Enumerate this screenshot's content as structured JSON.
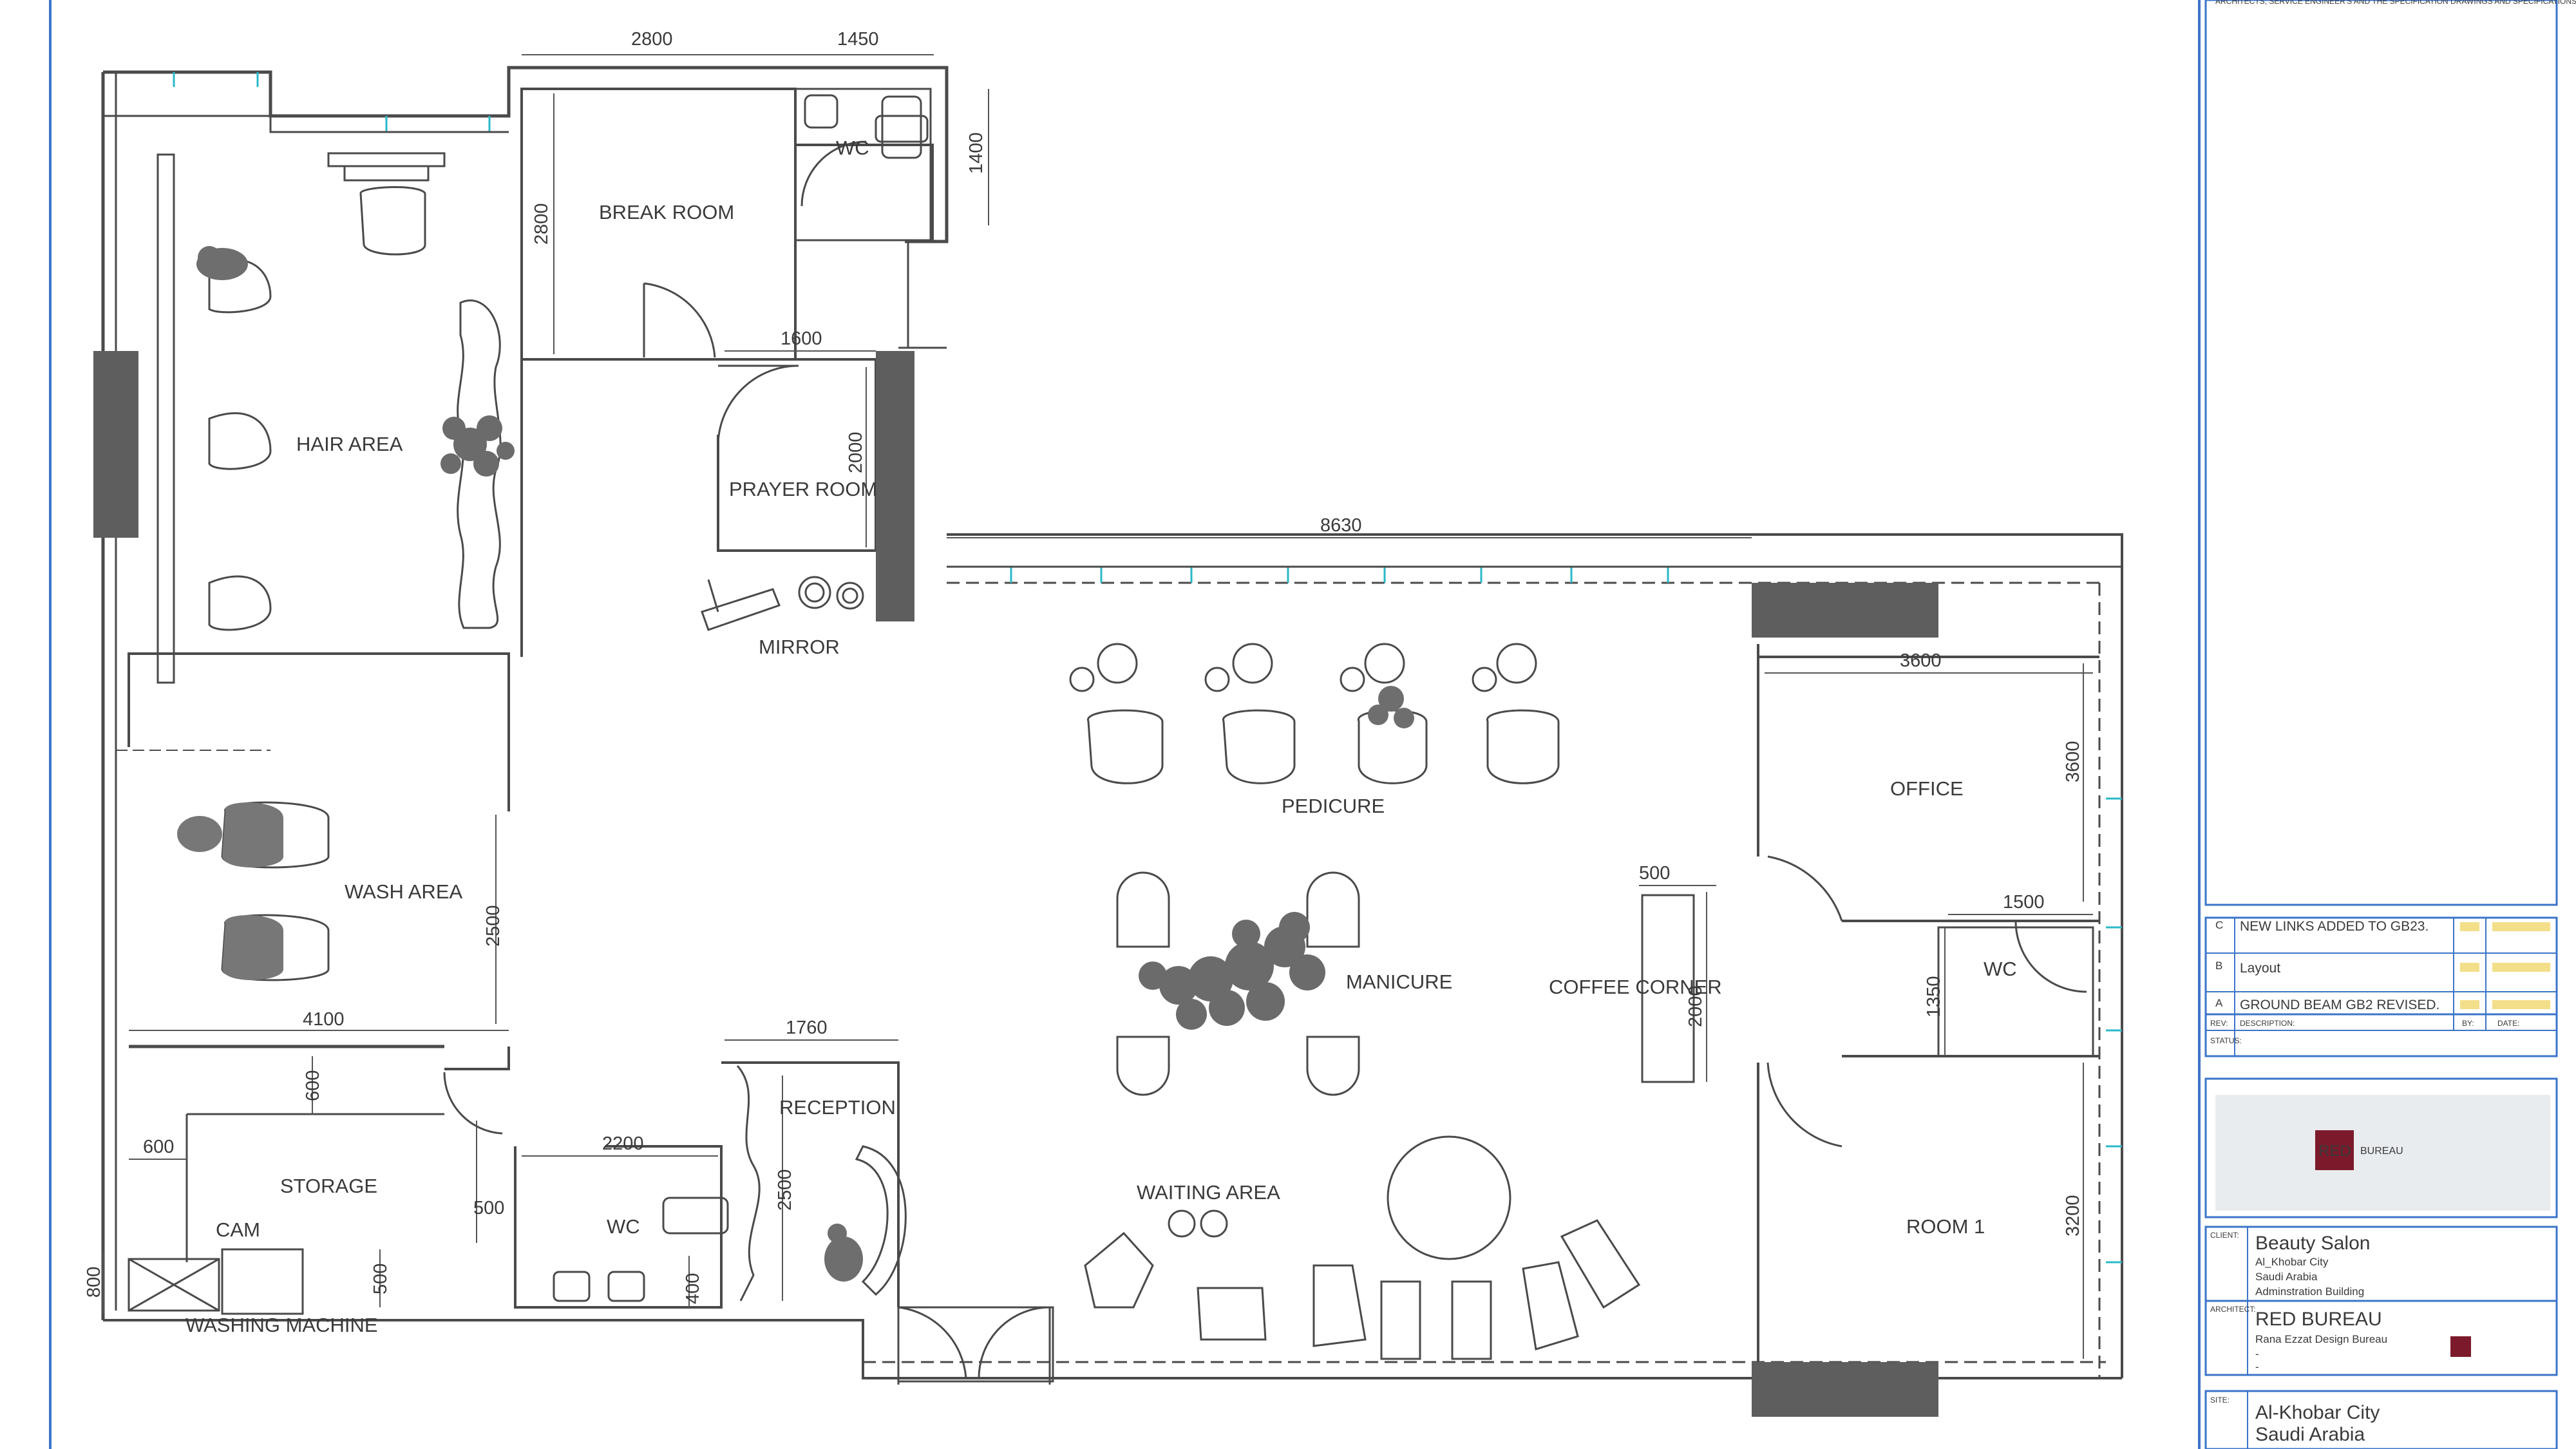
{
  "drawing": {
    "header_note": "ARCHITECTS, SERVICE ENGINEER'S AND THE SPECIFICATION DRAWINGS AND SPECIFICATIONS.",
    "rooms": {
      "break_room": "BREAK ROOM",
      "wc_top": "WC",
      "hair_area": "HAIR AREA",
      "prayer_room": "PRAYER ROOM",
      "mirror": "MIRROR",
      "pedicure": "PEDICURE",
      "office": "OFFICE",
      "wash_area": "WASH AREA",
      "manicure": "MANICURE",
      "coffee_corner": "COFFEE CORNER",
      "wc_right": "WC",
      "reception": "RECEPTION",
      "storage": "STORAGE",
      "cam": "CAM",
      "wc_bottom": "WC",
      "waiting_area": "WAITING AREA",
      "room1": "ROOM 1",
      "washing_machine": "WASHING MACHINE"
    },
    "dimensions": {
      "d2800_top": "2800",
      "d1450": "1450",
      "d1400": "1400",
      "d2800_side": "2800",
      "d1600": "1600",
      "d2000_prayer": "2000",
      "d8630": "8630",
      "d3600_h": "3600",
      "d3600_v": "3600",
      "d500": "500",
      "d2000_coffee": "2000",
      "d1500": "1500",
      "d1350": "1350",
      "d4100": "4100",
      "d2500_wash": "2500",
      "d1760": "1760",
      "d600_a": "600",
      "d600_b": "600",
      "d2200": "2200",
      "d500_b": "500",
      "d2500_rec": "2500",
      "d500_c": "500",
      "d400": "400",
      "d3200": "3200",
      "d800": "800"
    }
  },
  "title_block": {
    "revisions": [
      {
        "rev": "C",
        "description": "NEW LINKS ADDED TO GB23.",
        "by": "",
        "date": ""
      },
      {
        "rev": "B",
        "description": "Layout",
        "by": "",
        "date": ""
      },
      {
        "rev": "A",
        "description": "GROUND BEAM GB2 REVISED.",
        "by": "",
        "date": ""
      }
    ],
    "rev_header": "REV:",
    "desc_header": "DESCRIPTION:",
    "by_header": "BY:",
    "date_header": "DATE:",
    "status_label": "STATUS:",
    "logo_text": "RED",
    "logo_sub": "BUREAU",
    "client_label": "CLIENT:",
    "client_name": "Beauty Salon",
    "client_line1": "Al_Khobar City",
    "client_line2": "Saudi Arabia",
    "client_line3": "Adminstration Building",
    "architect_label": "ARCHITECT:",
    "architect_name": "RED BUREAU",
    "architect_line1": "Rana Ezzat Design Bureau",
    "architect_line2": "-",
    "architect_line3": "-",
    "site_label": "SITE:",
    "site_line1": "Al-Khobar City",
    "site_line2": "Saudi Arabia"
  },
  "colors": {
    "wall": "#4a4a4a",
    "column_fill": "#5e5e5e",
    "window": "#29b9c9",
    "border_blue": "#3b74c9",
    "revision_yellow": "#e8c21a"
  }
}
